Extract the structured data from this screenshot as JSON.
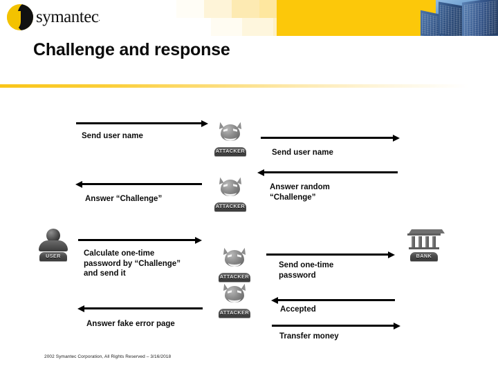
{
  "slide": {
    "title": "Challenge and response",
    "footer": "2002 Symantec Corporation, All Rights Reserved – 3/16/2018"
  },
  "brand": {
    "name": "symantec",
    "tm": ".",
    "yellow": "#fcc80a",
    "black": "#111111",
    "rule_color": "#f9c518"
  },
  "actors": {
    "user": {
      "label": "USER",
      "icon": "user-person-icon"
    },
    "attacker1": {
      "label": "ATTACKER",
      "icon": "devil-attacker-icon"
    },
    "attacker2": {
      "label": "ATTACKER",
      "icon": "devil-attacker-icon"
    },
    "attacker3": {
      "label": "ATTACKER",
      "icon": "devil-attacker-icon"
    },
    "attacker4": {
      "label": "ATTACKER",
      "icon": "devil-attacker-icon"
    },
    "bank": {
      "label": "BANK",
      "icon": "bank-building-icon"
    }
  },
  "flows": {
    "left": [
      {
        "id": "l1",
        "direction": "right",
        "label": "Send user name"
      },
      {
        "id": "l2",
        "direction": "left",
        "label": "Answer “Challenge”"
      },
      {
        "id": "l3",
        "direction": "right",
        "label": "Calculate one-time\npassword by “Challenge”\nand send it"
      },
      {
        "id": "l4",
        "direction": "left",
        "label": "Answer fake error page"
      }
    ],
    "right": [
      {
        "id": "r1",
        "direction": "right",
        "label": "Send user name"
      },
      {
        "id": "r2",
        "direction": "left",
        "label": "Answer random\n“Challenge”"
      },
      {
        "id": "r3",
        "direction": "right",
        "label": "Send one-time\npassword"
      },
      {
        "id": "r4",
        "direction": "left",
        "label": "Accepted"
      },
      {
        "id": "r5",
        "direction": "right",
        "label": "Transfer money"
      }
    ]
  }
}
